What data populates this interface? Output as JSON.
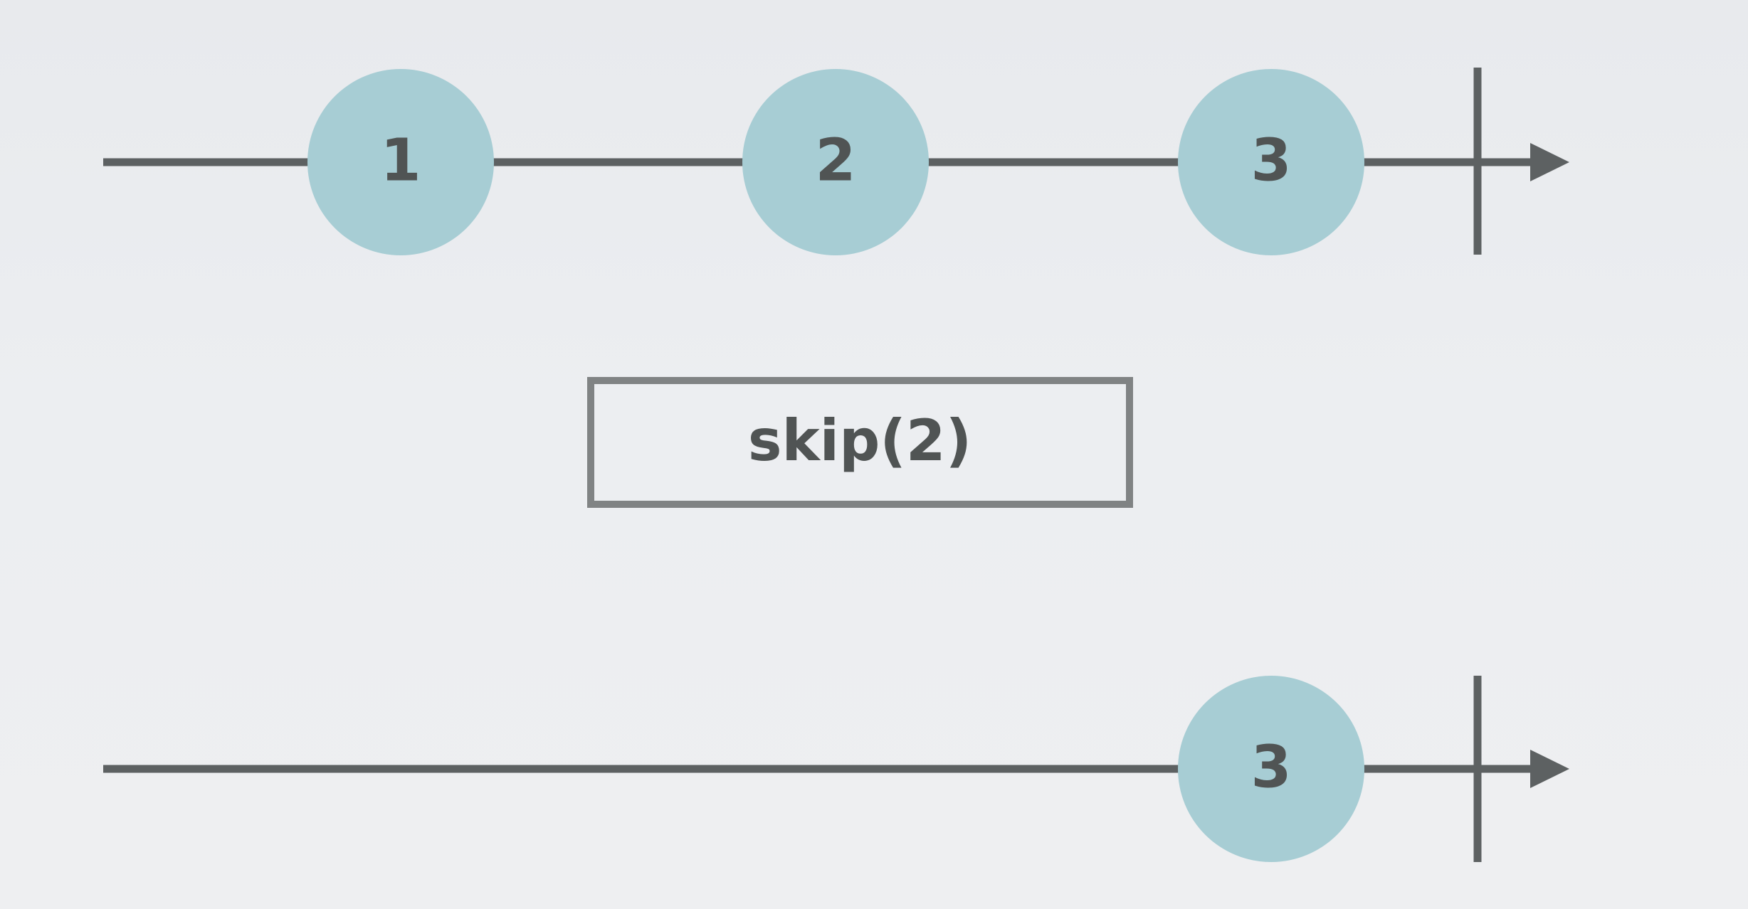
{
  "input_stream": {
    "items": [
      {
        "label": "1"
      },
      {
        "label": "2"
      },
      {
        "label": "3"
      }
    ],
    "completed": true
  },
  "operator": {
    "label": "skip(2)"
  },
  "output_stream": {
    "items": [
      {
        "label": "3"
      }
    ],
    "completed": true
  },
  "colors": {
    "background": "#eceef1",
    "line": "#5d6162",
    "marble": "#a7cdd4",
    "text": "#505454",
    "operator_border": "#808384"
  }
}
